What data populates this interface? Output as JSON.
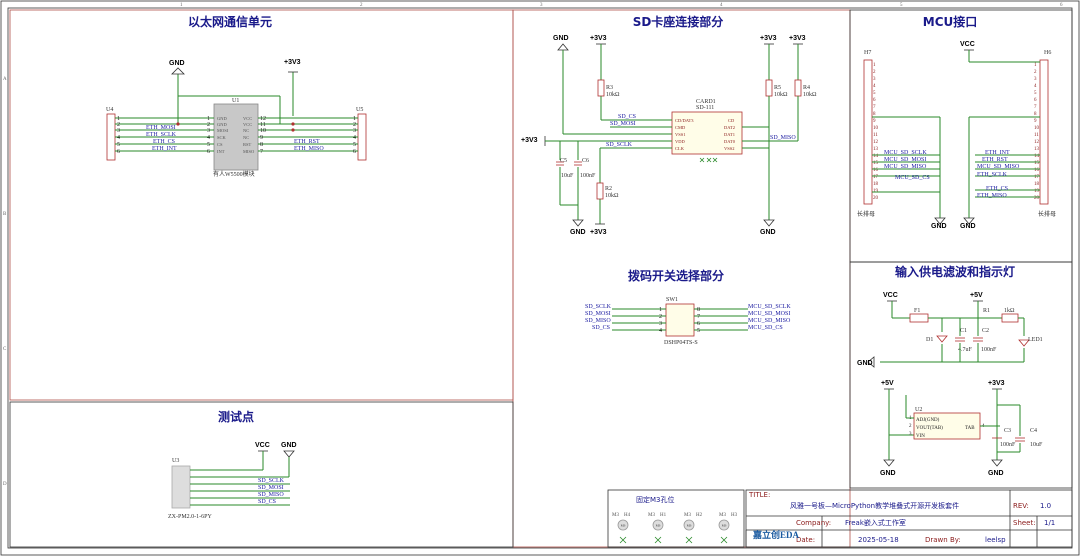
{
  "sections": {
    "ethernet": "以太网通信单元",
    "sdcard": "SD卡座连接部分",
    "mcu": "MCU接口",
    "dip": "拨码开关选择部分",
    "power": "输入供电滤波和指示灯",
    "testpoint": "测试点",
    "mounting": "固定M3孔位"
  },
  "power_labels": {
    "gnd": "GND",
    "v33": "+3V3",
    "vcc": "VCC",
    "v5": "+5V"
  },
  "ethernet": {
    "u4": "U4",
    "u5": "U5",
    "u1": "U1",
    "u1_part": "有人W5500模块",
    "left_nets": [
      "ETH_MOSI",
      "ETH_SCLK",
      "ETH_CS",
      "ETH_INT"
    ],
    "right_nets": [
      "ETH_RST",
      "ETH_MISO"
    ],
    "u1_pins_left": [
      "1",
      "2",
      "3",
      "4",
      "5",
      "6"
    ],
    "u1_pins_right": [
      "12",
      "11",
      "10",
      "9",
      "8",
      "7"
    ],
    "u1_names_left": [
      "GND",
      "GND",
      "MOSI",
      "SCK",
      "CS",
      "INT"
    ],
    "u1_names_right": [
      "VCC",
      "VCC",
      "NC",
      "NC",
      "RST",
      "MISO"
    ],
    "header_pins": [
      "1",
      "2",
      "3",
      "4",
      "5",
      "6"
    ]
  },
  "sdcard": {
    "card_ref": "CARD1",
    "card_part": "SD-111",
    "nets": [
      "SD_CS",
      "SD_MOSI",
      "SD_SCLK",
      "SD_MISO"
    ],
    "card_pins_left": [
      "CD/DAT3",
      "CMD",
      "VSS1",
      "VDD",
      "CLK"
    ],
    "card_pins_right": [
      "CD",
      "DAT2",
      "DAT1",
      "DAT0",
      "VSS2"
    ],
    "r3": "R3",
    "r3_val": "10kΩ",
    "r5": "R5",
    "r5_val": "10kΩ",
    "r4": "R4",
    "r4_val": "10kΩ",
    "r2": "R2",
    "r2_val": "10kΩ",
    "c5": "C5",
    "c5_val": "10uF",
    "c6": "C6",
    "c6_val": "100nF"
  },
  "mcu": {
    "h7": "H7",
    "h6": "H6",
    "h_part": "长排母",
    "left_nets": [
      "MCU_SD_SCLK",
      "MCU_SD_MOSI",
      "MCU_SD_MISO",
      "MCU_SD_CS"
    ],
    "right_nets": [
      "ETH_INT",
      "ETH_RST",
      "MCU_SD_MISO",
      "ETH_SCLK",
      "ETH_CS",
      "ETH_MISO"
    ],
    "pin_numbers": [
      "1",
      "2",
      "3",
      "4",
      "5",
      "6",
      "7",
      "8",
      "9",
      "10",
      "11",
      "12",
      "13",
      "14",
      "15",
      "16",
      "17",
      "18",
      "19",
      "20"
    ]
  },
  "dip": {
    "ref": "SW1",
    "part": "DSHP04TS-S",
    "left_nets": [
      "SD_SCLK",
      "SD_MOSI",
      "SD_MISO",
      "SD_CS"
    ],
    "right_nets": [
      "MCU_SD_SCLK",
      "MCU_SD_MOSI",
      "MCU_SD_MISO",
      "MCU_SD_CS"
    ],
    "left_pins": [
      "1",
      "2",
      "3",
      "4"
    ],
    "right_pins": [
      "8",
      "7",
      "6",
      "5"
    ]
  },
  "power": {
    "f1": "F1",
    "r1": "R1",
    "r1_val": "1kΩ",
    "d1": "D1",
    "c1": "C1",
    "c1_val": "4.7uF",
    "c2": "C2",
    "c2_val": "100nF",
    "led1": "LED1",
    "u2": "U2",
    "u2_pins": [
      "ADJ(GND)",
      "VOUT(TAB)",
      "VIN"
    ],
    "u2_pin_nums": [
      "1",
      "2",
      "3"
    ],
    "u2_tab": "TAB",
    "u2_tab_num": "4",
    "c3": "C3",
    "c3_val": "100nF",
    "c4": "C4",
    "c4_val": "10uF"
  },
  "testpoint": {
    "u3": "U3",
    "part": "ZX-PM2.0-1-6PY",
    "nets": [
      "SD_SCLK",
      "SD_MOSI",
      "SD_MISO",
      "SD_CS"
    ]
  },
  "mounting": {
    "holes": [
      "M3",
      "H4",
      "M3",
      "H1",
      "M3",
      "H2",
      "M3",
      "H3"
    ],
    "hole_labels": [
      "M3",
      "M3",
      "M3",
      "M3"
    ]
  },
  "title_block": {
    "title_label": "TITLE:",
    "title": "风雅一号板—MicroPython教学堆叠式开源开发板套件",
    "rev_label": "REV:",
    "rev": "1.0",
    "company_label": "Company:",
    "company": "Freak嵌入式工作室",
    "sheet_label": "Sheet:",
    "sheet": "1/1",
    "date_label": "Date:",
    "date": "2025-05-18",
    "drawn_label": "Drawn By:",
    "drawn": "leelsp",
    "logo": "嘉立创EDA"
  },
  "frame_markers": {
    "top": [
      "1",
      "2",
      "3",
      "4",
      "5",
      "6"
    ],
    "side": [
      "A",
      "B",
      "C",
      "D"
    ]
  }
}
